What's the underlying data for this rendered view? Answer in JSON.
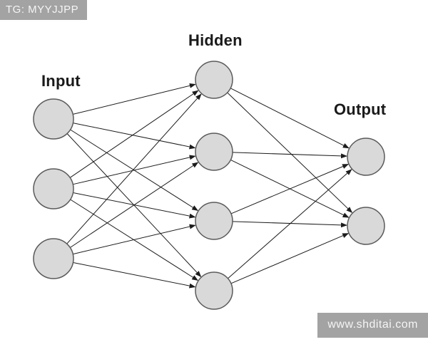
{
  "watermarks": {
    "top_left": {
      "text": "TG: MYYJJPP"
    },
    "bottom_right": {
      "text": "www.shditai.com"
    }
  },
  "diagram": {
    "type": "feedforward-neural-network",
    "layers": [
      {
        "id": "input",
        "label": "Input",
        "node_count": 3
      },
      {
        "id": "hidden",
        "label": "Hidden",
        "node_count": 4
      },
      {
        "id": "output",
        "label": "Output",
        "node_count": 2
      }
    ],
    "connections": [
      {
        "from": "input",
        "to": "hidden",
        "type": "fully-connected",
        "arrow_count": 12
      },
      {
        "from": "hidden",
        "to": "output",
        "type": "fully-connected",
        "arrow_count": 8
      }
    ],
    "colors": {
      "node_fill": "#d9d9d9",
      "node_stroke": "#5a5a5a",
      "edge": "#1c1c1c",
      "label_text": "#1a1a1a",
      "watermark_bg": "#9b9b9b",
      "watermark_text": "#f5f5f5"
    }
  }
}
